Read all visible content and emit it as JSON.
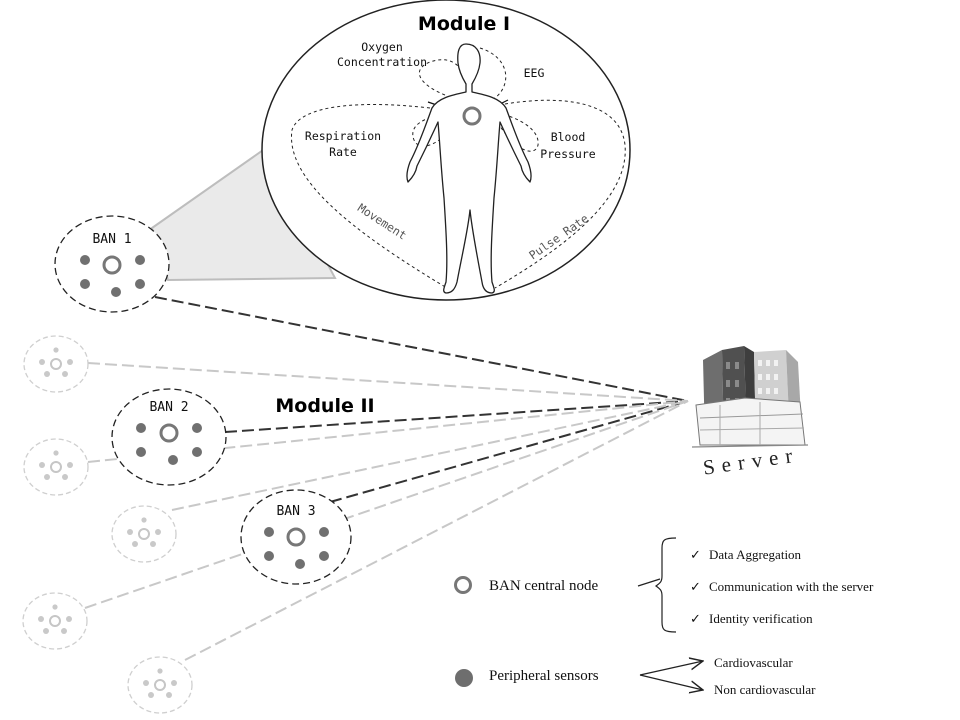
{
  "module1": {
    "title": "Module I",
    "sensors": {
      "oxygen_line1": "Oxygen",
      "oxygen_line2": "Concentration",
      "eeg": "EEG",
      "respiration_line1": "Respiration",
      "respiration_line2": "Rate",
      "blood_line1": "Blood",
      "blood_line2": "Pressure",
      "movement": "Movement",
      "pulse": "Pulse Rate"
    }
  },
  "module2": {
    "title": "Module II"
  },
  "bans": [
    {
      "label": "BAN 1"
    },
    {
      "label": "BAN 2"
    },
    {
      "label": "BAN 3"
    }
  ],
  "server": {
    "label": "Server"
  },
  "legend": {
    "central_node": "BAN central node",
    "central_functions": [
      "Data Aggregation",
      "Communication with the server",
      "Identity verification"
    ],
    "peripheral": "Peripheral sensors",
    "peripheral_types": [
      "Cardiovascular",
      "Non cardiovascular"
    ]
  },
  "colors": {
    "stroke": "#222222",
    "faded": "#c8c8c8",
    "sensor": "#707070",
    "node": "#777777"
  }
}
